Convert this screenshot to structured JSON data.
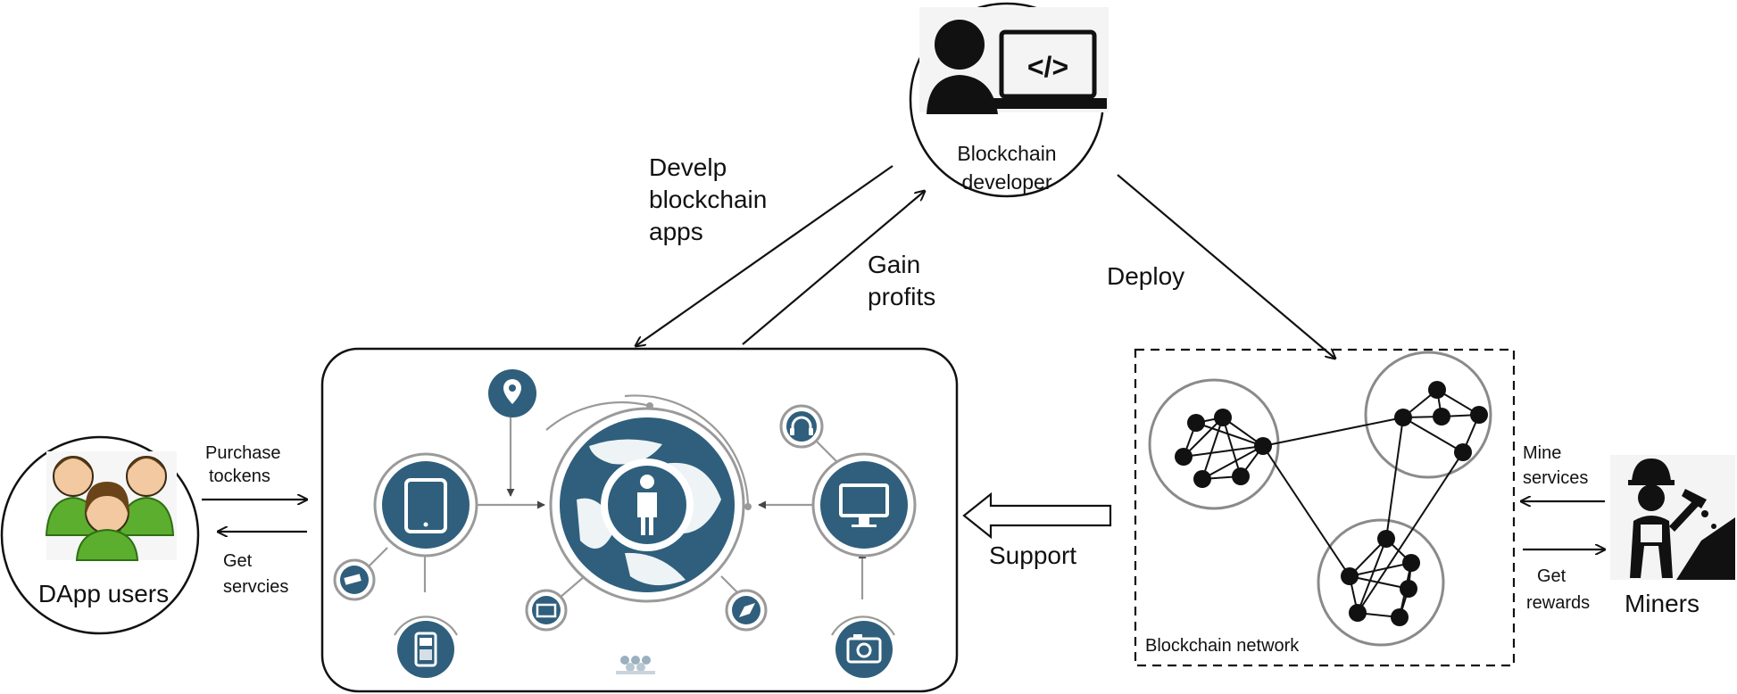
{
  "labels": {
    "dev_line1": "Blockchain",
    "dev_line2": "developer",
    "develop_line1": "Develp",
    "develop_line2": "blockchain",
    "develop_line3": "apps",
    "gain_line1": "Gain",
    "gain_line2": "profits",
    "deploy": "Deploy",
    "purchase_line1": "Purchase",
    "purchase_line2": "tockens",
    "get_services_line1": "Get",
    "get_services_line2": "servcies",
    "dapp_users": "DApp users",
    "support": "Support",
    "network": "Blockchain network",
    "mine_line1": "Mine",
    "mine_line2": "services",
    "rewards_line1": "Get",
    "rewards_line2": "rewards",
    "miners": "Miners",
    "code_glyph": "</>"
  },
  "icons": [
    "developer-icon",
    "users-icon",
    "miner-icon",
    "globe-icon",
    "tablet-icon",
    "monitor-icon",
    "location-pin-icon",
    "headphones-icon",
    "phone-icon",
    "camera-icon",
    "tv-icon",
    "compass-icon",
    "cctv-icon"
  ],
  "colors": {
    "icon_blue": "#2f5f7c",
    "line": "#111111",
    "ring": "#8a8a8a"
  }
}
